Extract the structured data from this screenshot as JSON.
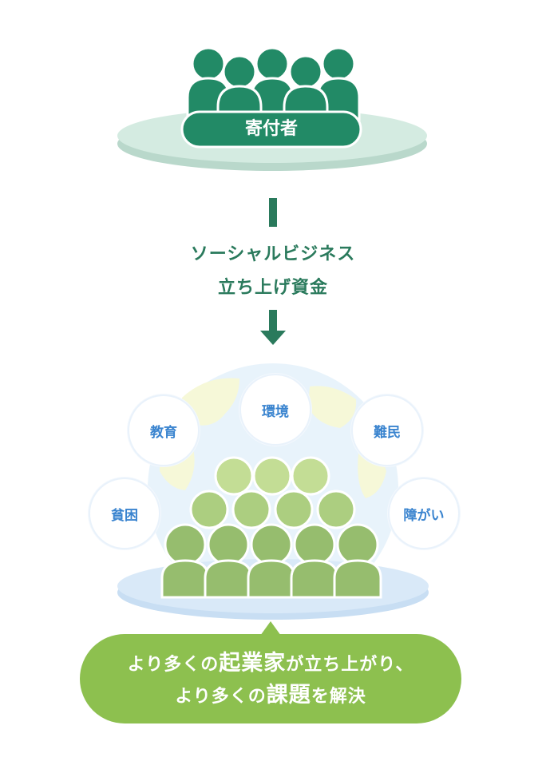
{
  "donor": {
    "label": "寄付者"
  },
  "flow": {
    "line1": "ソーシャルビジネス",
    "line2": "立ち上げ資金"
  },
  "issues": [
    {
      "label": "教育"
    },
    {
      "label": "環境"
    },
    {
      "label": "難民"
    },
    {
      "label": "貧困"
    },
    {
      "label": "障がい"
    }
  ],
  "result": {
    "line1": {
      "before": "より多くの",
      "emphasis": "起業家",
      "after": "が立ち上がり、"
    },
    "line2": {
      "before": "より多くの",
      "emphasis": "課題",
      "after": "を解決"
    }
  },
  "colors": {
    "donor_green": "#228a66",
    "donor_platform": "#cfe6dc",
    "flow_green": "#2a7a5c",
    "people_green": "#96bd6e",
    "issue_blue": "#3a84cf",
    "result_green": "#8dc04f"
  }
}
